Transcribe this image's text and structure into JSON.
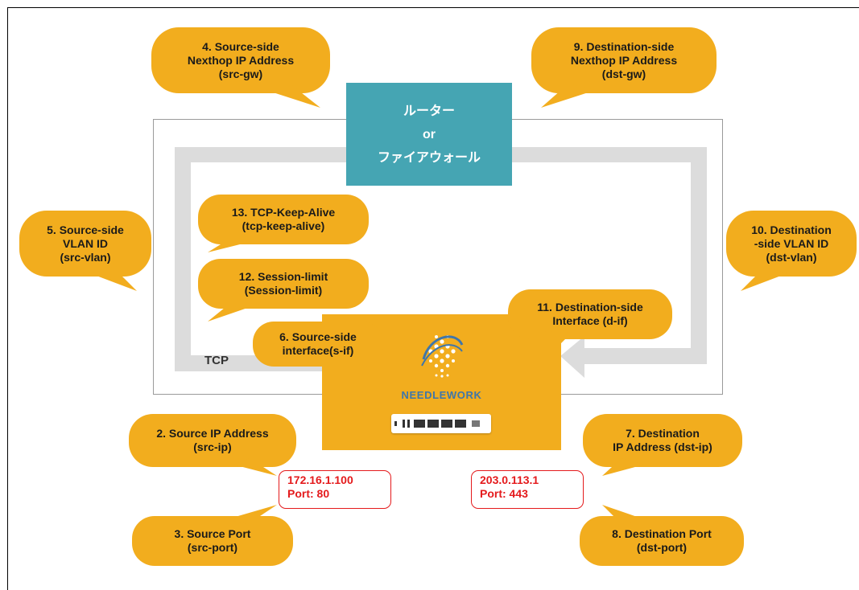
{
  "router": {
    "line1": "ルーター",
    "line2": "or",
    "line3": "ファイアウォール"
  },
  "device": {
    "brand": "NEEDLEWORK"
  },
  "flow_label": "TCP",
  "source_address": {
    "ip": "172.16.1.100",
    "port": "Port: 80"
  },
  "destination_address": {
    "ip": "203.0.113.1",
    "port": "Port: 443"
  },
  "callouts": {
    "src_gw": [
      "4. Source-side",
      "Nexthop IP Address",
      "(src-gw)"
    ],
    "dst_gw": [
      "9. Destination-side",
      "Nexthop IP Address",
      "(dst-gw)"
    ],
    "src_vlan": [
      "5. Source-side",
      "VLAN ID",
      "(src-vlan)"
    ],
    "dst_vlan": [
      "10. Destination",
      "-side VLAN ID",
      "(dst-vlan)"
    ],
    "tcp_keep_alive": [
      "13. TCP-Keep-Alive",
      "(tcp-keep-alive)"
    ],
    "session_limit": [
      "12. Session-limit",
      "(Session-limit)"
    ],
    "src_if": [
      "6. Source-side",
      "interface(s-if)"
    ],
    "dst_if": [
      "11. Destination-side",
      "Interface (d-if)"
    ],
    "src_ip": [
      "2. Source IP Address",
      "(src-ip)"
    ],
    "src_port": [
      "3. Source Port",
      "(src-port)"
    ],
    "dst_ip": [
      "7. Destination",
      "IP Address (dst-ip)"
    ],
    "dst_port": [
      "8. Destination Port",
      "(dst-port)"
    ]
  },
  "colors": {
    "callout": "#f2ad1e",
    "router": "#45a5b3",
    "device": "#f2ad1e",
    "address_red": "#e41a1c",
    "lane": "#dcdcdc"
  }
}
